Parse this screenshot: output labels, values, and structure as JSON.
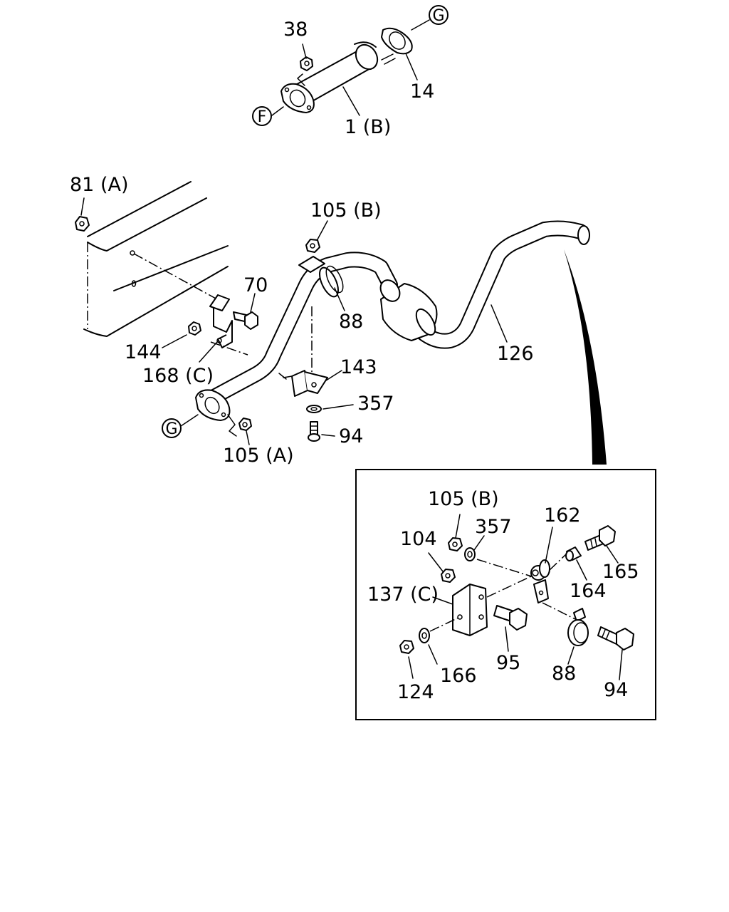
{
  "refs": {
    "G_top": "G",
    "F": "F",
    "G_bottom": "G"
  },
  "labels": {
    "p38": "38",
    "p14": "14",
    "p1b": "1 (B)",
    "p81a": "81 (A)",
    "p105b_main": "105 (B)",
    "p70": "70",
    "p88_main": "88",
    "p126": "126",
    "p144": "144",
    "p168c": "168 (C)",
    "p143": "143",
    "p357_main": "357",
    "p94_main": "94",
    "p105a": "105 (A)",
    "d105b": "105 (B)",
    "d357": "357",
    "d162": "162",
    "d104": "104",
    "d165": "165",
    "d137c": "137 (C)",
    "d164": "164",
    "d95": "95",
    "d166": "166",
    "d88": "88",
    "d124": "124",
    "d94": "94"
  }
}
